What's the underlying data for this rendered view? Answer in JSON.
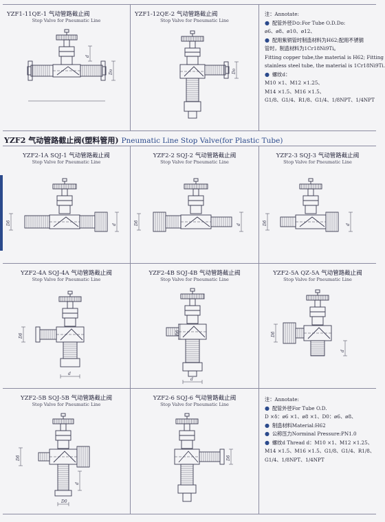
{
  "top_cells": [
    {
      "title": "YZF1-11QE-1 气动管路截止阀",
      "subtitle": "Stop Valve for Pneumatic Line"
    },
    {
      "title": "YZF1-12QE-2 气动管路截止阀",
      "subtitle": "Stop Valve for Pneumatic Line"
    }
  ],
  "top_note": {
    "label": "注：Annotate:",
    "lines": [
      {
        "bullet": true,
        "text": "配管外径D⊙:For Tube O.D.Do:"
      },
      {
        "bullet": false,
        "text": "ø6、ø8、ø10、ø12、"
      },
      {
        "bullet": true,
        "text": "配用紫铜管时制造材料为H62;配用不锈钢"
      },
      {
        "bullet": false,
        "text": "管时，制造材料为1Cr18Ni9Ti。"
      },
      {
        "bullet": false,
        "text": "Fitting copper tube,the material is H62; Fitting"
      },
      {
        "bullet": false,
        "text": "stainless steel tube, the material is 1Cr18Ni9Ti."
      },
      {
        "bullet": true,
        "text": "螺纹d："
      },
      {
        "bullet": false,
        "text": "M10 ×1、M12 ×1.25、"
      },
      {
        "bullet": false,
        "text": "M14 ×1.5、M16 ×1.5、"
      },
      {
        "bullet": false,
        "text": "G1/8、G1/4、R1/8、G1/4、1/8NPT、1/4NPT"
      }
    ]
  },
  "section": {
    "code": "YZF2",
    "title_cn": "气动管路截止阀(塑料管用)",
    "title_en": "Pneumatic Line Stop Valve(for Plastic Tube)"
  },
  "rows": [
    [
      {
        "title": "YZF2-1A SQJ-1 气动管路截止阀",
        "subtitle": "Stop Valve for Pneumatic Line"
      },
      {
        "title": "YZF2-2 SQJ-2 气动管路截止阀",
        "subtitle": "Stop Valve for Pneumatic Line"
      },
      {
        "title": "YZF2-3 SQJ-3 气动管路截止阀",
        "subtitle": "Stop Valve for Pneumatic Line"
      }
    ],
    [
      {
        "title": "YZF2-4A SQJ-4A 气动管路截止阀",
        "subtitle": "Stop Valve for Pneumatic Line"
      },
      {
        "title": "YZF2-4B SQJ-4B 气动管路截止阀",
        "subtitle": "Stop Valve for Pneumatic Line"
      },
      {
        "title": "YZF2-5A QZ-5A 气动管路截止阀",
        "subtitle": "Stop Valve for Pneumatic Line"
      }
    ],
    [
      {
        "title": "YZF2-5B SQJ-5B 气动管路截止阀",
        "subtitle": "Stop Valve for Pneumatic Line"
      },
      {
        "title": "YZF2-6 SQJ-6 气动管路截止阀",
        "subtitle": "Stop Valve for Pneumatic Line"
      }
    ]
  ],
  "bottom_note": {
    "label": "注：Annotate:",
    "lines": [
      {
        "bullet": true,
        "text": "配管外径For Tube O.D."
      },
      {
        "bullet": false,
        "text": "D ×δ：ø6 ×1、ø8 ×1、D0：ø6、ø8、"
      },
      {
        "bullet": true,
        "text": "制造材料Material:H62"
      },
      {
        "bullet": true,
        "text": "公称压力Norminal Pressure:PN1.0"
      },
      {
        "bullet": true,
        "text": "螺纹d Thread d：M10 ×1、M12 ×1.25、"
      },
      {
        "bullet": false,
        "text": "M14 ×1.5、M16 ×1.5、G1/8、G1/4、R1/8、"
      },
      {
        "bullet": false,
        "text": "G1/4、1/8NPT、1/4NPT"
      }
    ]
  },
  "dims": {
    "d": "d",
    "D": "D",
    "Do": "Do",
    "Dd": "Dδ",
    "D0": "D0"
  },
  "colors": {
    "line": "#3a3a50",
    "grid": "#8a8aa0",
    "accent": "#2b4a8c",
    "bg": "#f4f4f6"
  }
}
